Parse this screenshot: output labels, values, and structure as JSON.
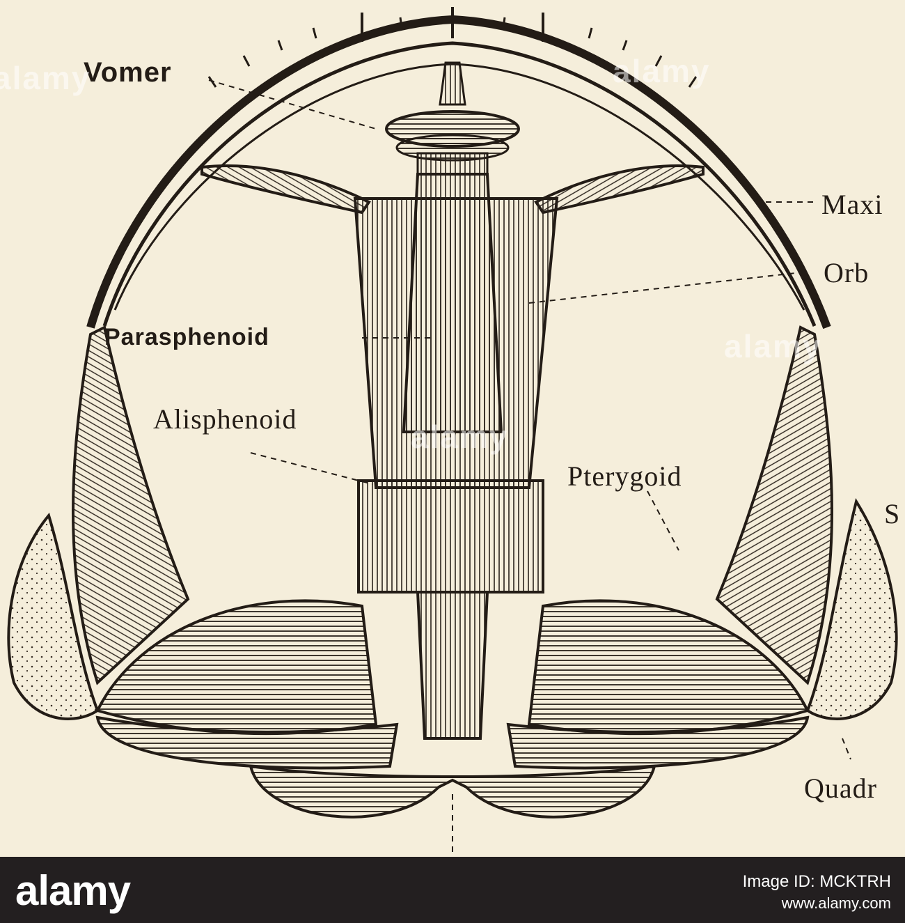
{
  "labels": {
    "vomer": "Vomer",
    "maxilla": "Maxi",
    "orbit": "Orb",
    "parasphenoid": "Parasphenoid",
    "alisphenoid": "Alisphenoid",
    "pterygoid": "Pterygoid",
    "squamosal": "S",
    "quadrate": "Quadr"
  },
  "watermark": {
    "text": "alamy"
  },
  "footer": {
    "logo": "alamy",
    "image_id": "Image ID: MCKTRH",
    "site": "www.alamy.com"
  },
  "colors": {
    "paper": "#f5eedb",
    "ink": "#231c16",
    "footer": "#231f20"
  }
}
